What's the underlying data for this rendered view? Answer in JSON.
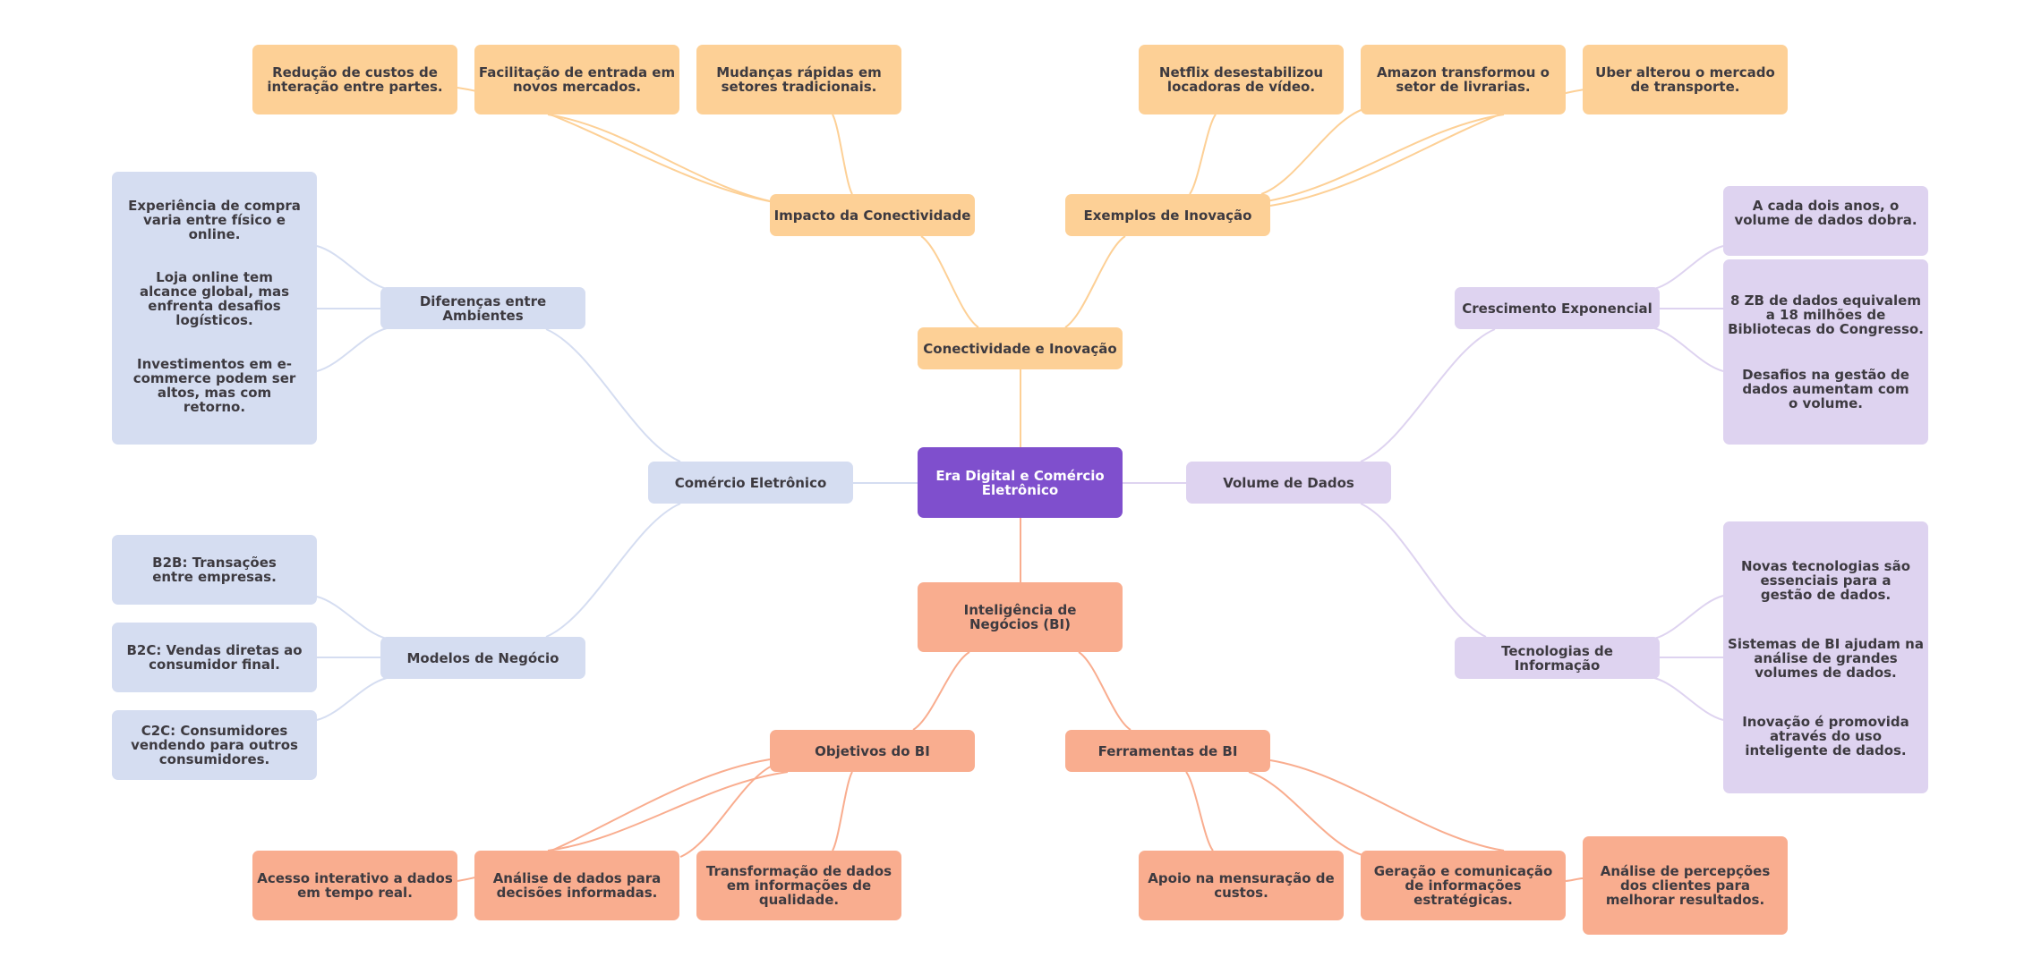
{
  "title": "Era Digital e Comércio Eletrônico",
  "colors": {
    "root": "#7f4fcd",
    "connectivity": "#fdd096",
    "bi": "#f9ad8f",
    "ecommerce": "#d5ddf1",
    "data_volume": "#ded3f0",
    "text": "#3d3a40"
  },
  "root": {
    "label": "Era Digital e Comércio Eletrônico"
  },
  "branches": {
    "conectividade": {
      "label": "Conectividade e Inovação",
      "impacto": {
        "label": "Impacto da Conectividade",
        "items": [
          "Redução de custos de interação entre partes.",
          "Facilitação de entrada em novos mercados.",
          "Mudanças rápidas em setores tradicionais."
        ]
      },
      "exemplos": {
        "label": "Exemplos de Inovação",
        "items": [
          "Netflix desestabilizou locadoras de vídeo.",
          "Amazon transformou o setor de livrarias.",
          "Uber alterou o mercado de transporte."
        ]
      }
    },
    "bi": {
      "label": "Inteligência de Negócios (BI)",
      "objetivos": {
        "label": "Objetivos do BI",
        "items": [
          "Acesso interativo a dados em tempo real.",
          "Análise de dados para decisões informadas.",
          "Transformação de dados em informações de qualidade."
        ]
      },
      "ferramentas": {
        "label": "Ferramentas de BI",
        "items": [
          "Apoio na mensuração de custos.",
          "Geração e comunicação de informações estratégicas.",
          "Análise de percepções dos clientes para melhorar resultados."
        ]
      }
    },
    "comercio": {
      "label": "Comércio Eletrônico",
      "diferencas": {
        "label": "Diferenças entre Ambientes",
        "items": [
          "Experiência de compra varia entre físico e online.",
          "Loja online tem alcance global, mas enfrenta desafios logísticos.",
          "Investimentos em e-commerce podem ser altos, mas com retorno."
        ]
      },
      "modelos": {
        "label": "Modelos de Negócio",
        "items": [
          "B2B: Transações entre empresas.",
          "B2C: Vendas diretas ao consumidor final.",
          "C2C: Consumidores vendendo para outros consumidores."
        ]
      }
    },
    "volume": {
      "label": "Volume de Dados",
      "crescimento": {
        "label": "Crescimento Exponencial",
        "items": [
          "A cada dois anos, o volume de dados dobra.",
          "8 ZB de dados equivalem a 18 milhões de Bibliotecas do Congresso.",
          "Desafios na gestão de dados aumentam com o volume."
        ]
      },
      "tecnologias": {
        "label": "Tecnologias de Informação",
        "items": [
          "Novas tecnologias são essenciais para a gestão de dados.",
          "Sistemas de BI ajudam na análise de grandes volumes de dados.",
          "Inovação é promovida através do uso inteligente de dados."
        ]
      }
    }
  }
}
